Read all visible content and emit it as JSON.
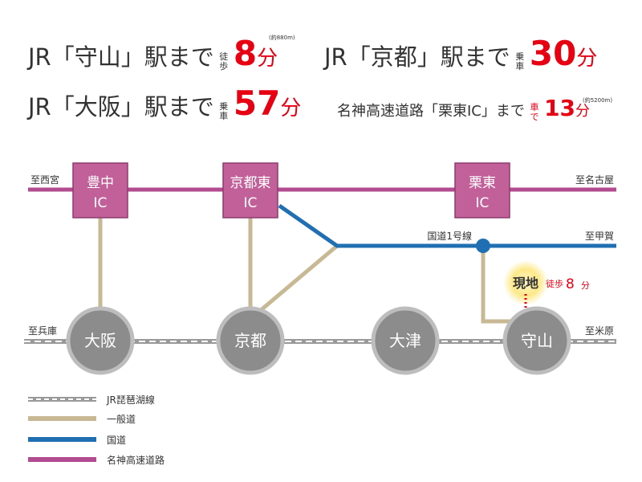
{
  "header": {
    "moriyama": {
      "prefix": "JR「守山」駅まで",
      "mode_1": "徒",
      "mode_2": "歩",
      "value": "8",
      "unit": "分",
      "note": "(約880m)"
    },
    "kyoto": {
      "prefix": "JR「京都」駅まで",
      "mode_1": "乗",
      "mode_2": "車",
      "value": "30",
      "unit": "分"
    },
    "osaka": {
      "prefix": "JR「大阪」駅まで",
      "mode_1": "乗",
      "mode_2": "車",
      "value": "57",
      "unit": "分"
    },
    "ritto_ic": {
      "prefix": "名神高速道路「栗東IC」まで",
      "mode_1": "車",
      "mode_2": "で",
      "value": "13",
      "unit": "分",
      "note": "(約5200m)"
    }
  },
  "map": {
    "directions": {
      "nishinomiya": "至西宮",
      "nagoya": "至名古屋",
      "koka": "至甲賀",
      "hyogo": "至兵庫",
      "maibara": "至米原"
    },
    "route1_label": "国道1号線",
    "interchanges": [
      {
        "line1": "豊中",
        "line2": "IC"
      },
      {
        "line1": "京都東",
        "line2": "IC"
      },
      {
        "line1": "栗東",
        "line2": "IC"
      }
    ],
    "stations": [
      "大阪",
      "京都",
      "大津",
      "守山"
    ],
    "site": {
      "label": "現地",
      "walk_prefix": "徒歩",
      "walk_value": "8",
      "walk_unit": "分"
    }
  },
  "legend": [
    {
      "label": "JR琵琶湖線",
      "color": "#999999"
    },
    {
      "label": "一般道",
      "color": "#c8b994"
    },
    {
      "label": "国道",
      "color": "#1f6fb2"
    },
    {
      "label": "名神高速道路",
      "color": "#b24b8f"
    }
  ],
  "colors": {
    "expressway": "#b24b8f",
    "ic_box": "#c2609a",
    "national_road": "#1f6fb2",
    "general_road": "#c8b994",
    "jr_line": "#999999",
    "station": "#8c8c8c",
    "accent_red": "#e60012",
    "site_glow": "#fde98a"
  }
}
